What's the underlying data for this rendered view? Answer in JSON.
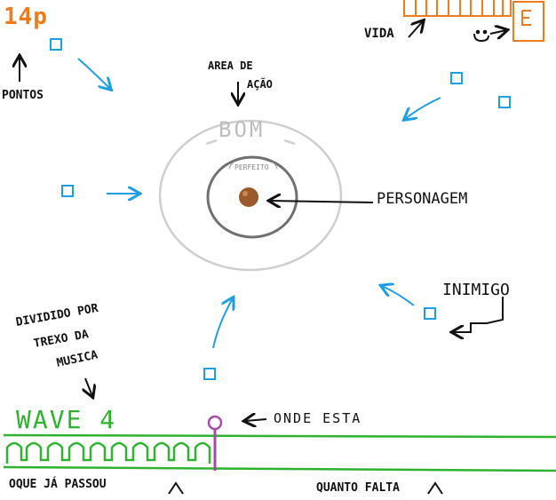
{
  "score": {
    "text": "14p",
    "label": "PONTOS"
  },
  "life": {
    "label": "VIDA"
  },
  "action_area": {
    "label_line1": "AREA DE",
    "label_line2": "AÇÃO"
  },
  "zones": {
    "outer": "BOM",
    "inner": "PERFEITO"
  },
  "player": {
    "label": "PERSONAGEM"
  },
  "enemy": {
    "label": "INIMIGO"
  },
  "song": {
    "label_line1": "DIVIDIDO POR",
    "label_line2": "TREXO DA",
    "label_line3": "MUSICA"
  },
  "wave": {
    "text": "WAVE 4"
  },
  "progress": {
    "marker_label": "ONDE ESTA",
    "past_label": "OQUE JÁ PASSOU",
    "remaining_label": "QUANTO FALTA"
  },
  "colors": {
    "score": "#f07a1e",
    "enemy": "#1e9ee6",
    "wave": "#2fb32f",
    "marker": "#a64ca6",
    "ring_outer": "#cfcfcf",
    "ring_inner": "#707070",
    "player": "#9b5a2c"
  }
}
